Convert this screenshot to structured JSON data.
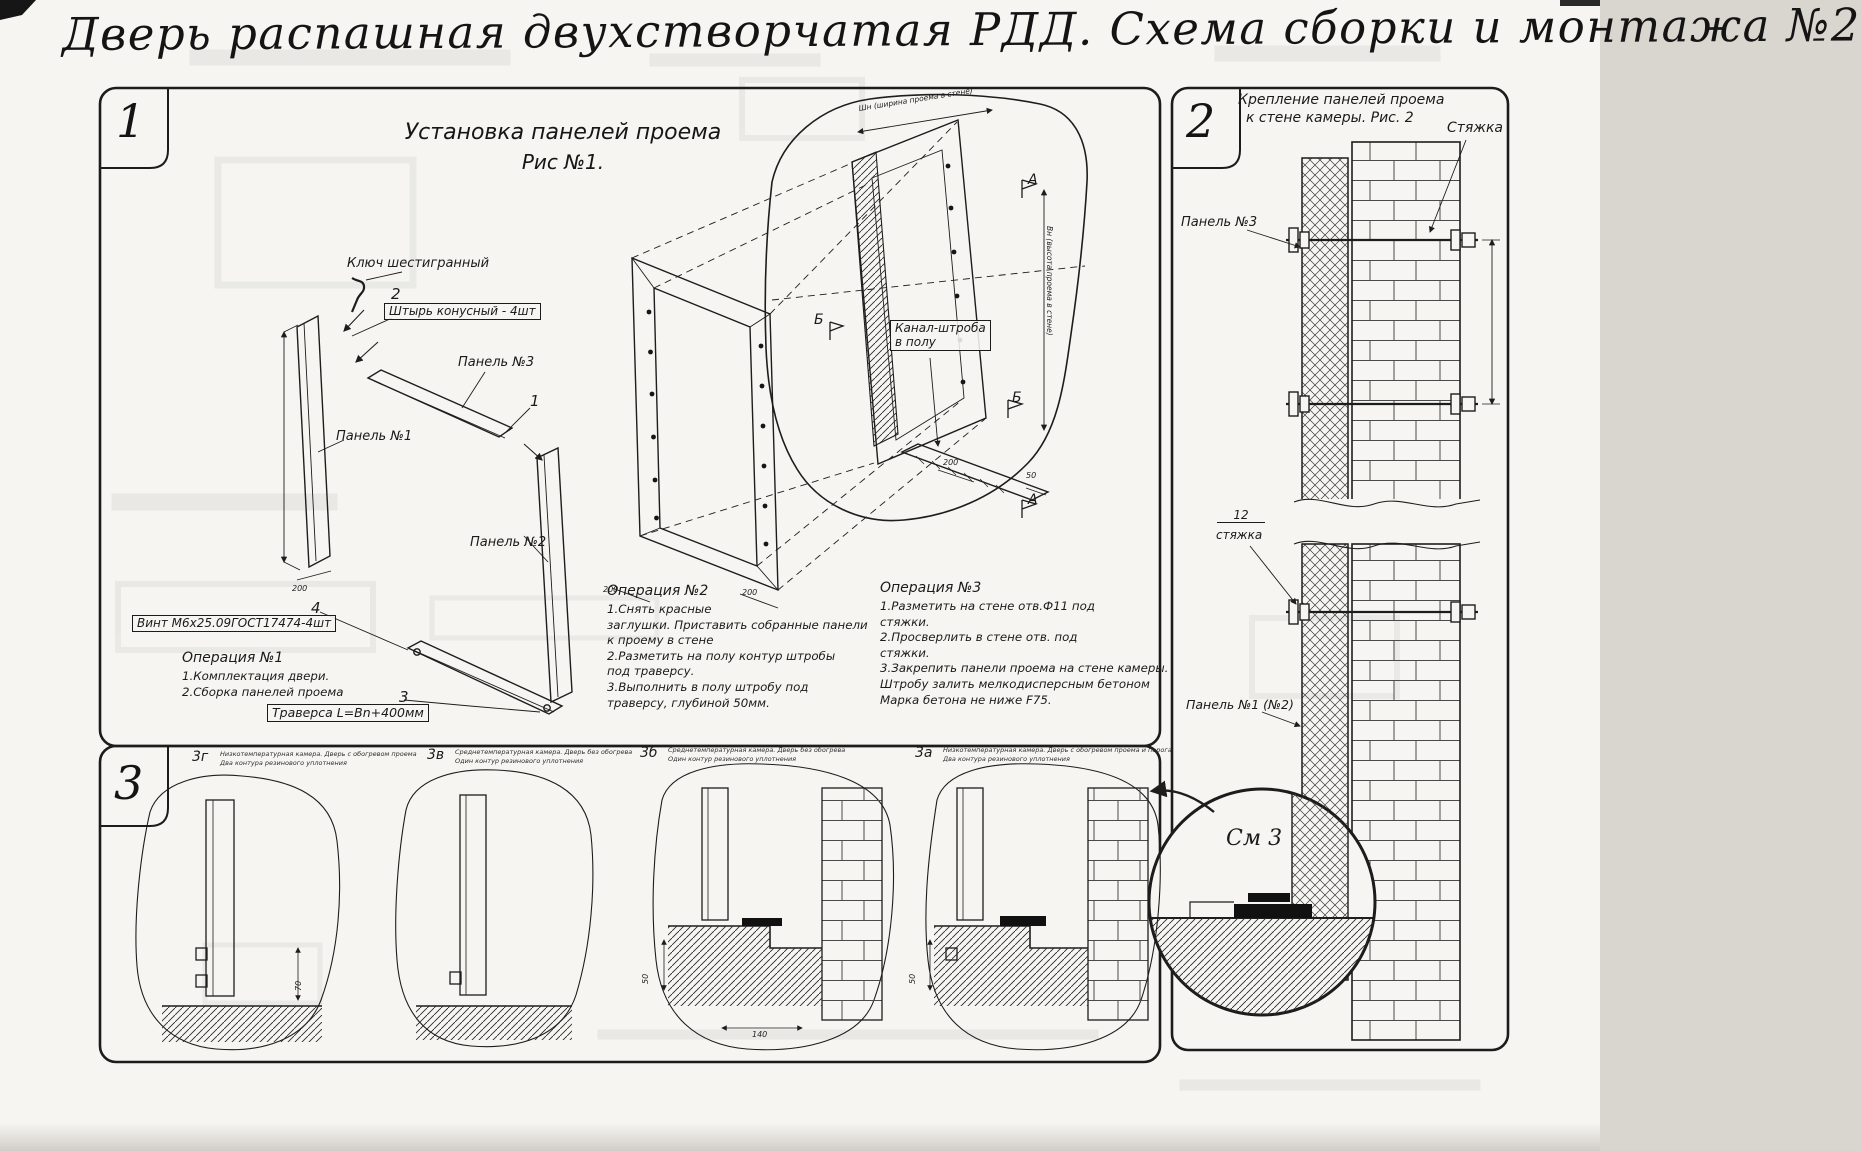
{
  "page": {
    "title": "Дверь распашная двухстворчатая РДД.  Схема сборки и монтажа №2"
  },
  "fig1": {
    "number": "1",
    "title1": "Установка панелей проема",
    "title2": "Рис №1.",
    "labels": {
      "hex_key": "Ключ шестигранный",
      "pin": "Штырь конусный - 4шт",
      "panel3": "Панель №3",
      "panel1": "Панель №1",
      "panel2": "Панель №2",
      "screw": "Винт М6х25.09ГОСТ17474-4шт",
      "traverse": "Траверса  L=Bn+400мм",
      "channel1": "Канал-штроба",
      "channel2": "в полу",
      "callout1": "1",
      "callout2": "2",
      "callout3": "3",
      "callout4": "4",
      "marker_a_top": "А",
      "marker_a_bottom": "А",
      "marker_b_mid": "Б",
      "marker_b_right": "Б"
    },
    "dims": {
      "d200_left": "200",
      "d200_mid1": "200",
      "d200_mid2": "200",
      "d200_canal": "200",
      "d50_canal": "50",
      "width_top": "Шн (ширина проема в стене)",
      "height_right": "Вн (высота проема в стене)"
    },
    "op1": {
      "title": "Операция №1",
      "lines": [
        "1.Комплектация двери.",
        "2.Сборка панелей проема"
      ]
    },
    "op2": {
      "title": "Операция №2",
      "lines": [
        "1.Снять красные",
        "заглушки. Приставить собранные панели",
        "к проему в стене",
        "2.Разметить на полу контур штробы",
        "под траверсу.",
        "3.Выполнить в полу штробу под",
        "траверсу, глубиной 50мм."
      ]
    },
    "op3": {
      "title": "Операция №3",
      "lines": [
        "1.Разметить на стене отв.Ф11 под",
        "стяжки.",
        "2.Просверлить в стене отв.  под",
        "стяжки.",
        "3.Закрепить панели проема на стене камеры.",
        "Штробу залить мелкодисперсным бетоном",
        "Марка бетона не ниже   F75."
      ]
    }
  },
  "fig2": {
    "number": "2",
    "title1": "Крепление панелей проема",
    "title2": "к стене камеры. Рис. 2",
    "labels": {
      "tie_top": "Стяжка",
      "panel3": "Панель №3",
      "pos12": "12",
      "tie_mid": "стяжка",
      "panel1": "Панель №1 (№2)",
      "see3": "См 3"
    }
  },
  "fig3": {
    "number": "3",
    "sections": [
      {
        "id": "3г",
        "caption1": "Низкотемпературная камера. Дверь с обогревом проема",
        "caption2": "Два контура резинового уплотнения"
      },
      {
        "id": "3в",
        "caption1": "Среднетемпературная камера. Дверь без обогрева",
        "caption2": "Один контур резинового уплотнения"
      },
      {
        "id": "3б",
        "caption1": "Среднетемпературная камера. Дверь без обогрева",
        "caption2": "Один контур резинового уплотнения"
      },
      {
        "id": "3а",
        "caption1": "Низкотемпературная камера. Дверь с обогревом проема и порога",
        "caption2": "Два контура резинового уплотнения"
      }
    ],
    "dims": {
      "d70": "70",
      "d140": "140",
      "d50b": "50",
      "d50a": "50"
    }
  }
}
